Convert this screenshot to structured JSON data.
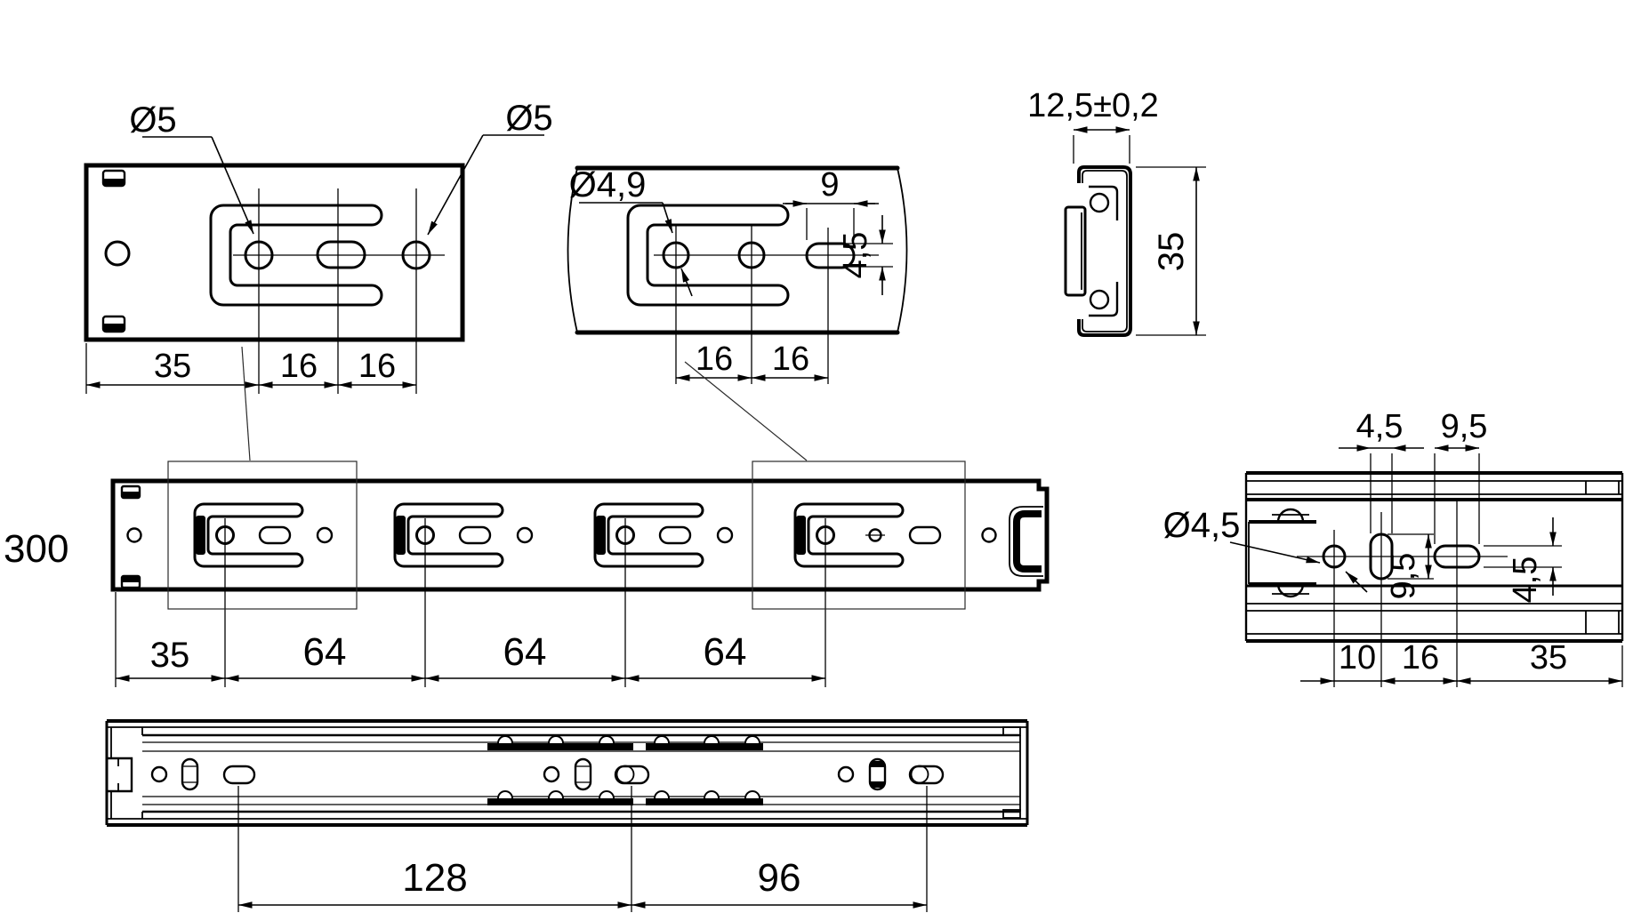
{
  "page": {
    "background": "#ffffff",
    "line_color": "#000000"
  },
  "views": {
    "plate_detail": {
      "label_d5_left": "Ø5",
      "label_d5_right": "Ø5",
      "dim_35": "35",
      "dim_16_a": "16",
      "dim_16_b": "16"
    },
    "partial_detail": {
      "label_d49": "Ø4,9",
      "dim_9": "9",
      "dim_45": "4,5",
      "dim_16_a": "16",
      "dim_16_b": "16"
    },
    "cross_section": {
      "dim_width": "12,5±0,2",
      "dim_height": "35"
    },
    "front_view": {
      "label_length": "300",
      "dim_35": "35",
      "dim_64_a": "64",
      "dim_64_b": "64",
      "dim_64_c": "64"
    },
    "end_detail": {
      "label_d45": "Ø4,5",
      "dim_45_top": "4,5",
      "dim_95_top": "9,5",
      "dim_95_side": "9,5",
      "dim_45_side": "4,5",
      "dim_10": "10",
      "dim_16": "16",
      "dim_35": "35"
    },
    "side_view": {
      "dim_128": "128",
      "dim_96": "96"
    }
  }
}
